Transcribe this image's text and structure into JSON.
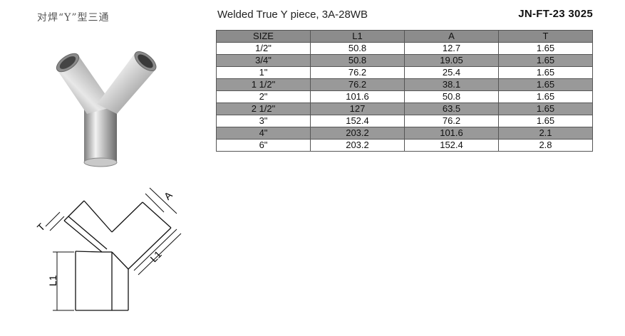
{
  "header": {
    "cn_title": "对焊“Y”型三通",
    "en_title": "Welded True Y piece, 3A-28WB",
    "model_code": "JN-FT-23 3025"
  },
  "drawing": {
    "label_t": "T",
    "label_a": "A",
    "label_l1_right": "L1",
    "label_l1_left": "L1"
  },
  "table": {
    "columns": [
      "SIZE",
      "L1",
      "A",
      "T"
    ],
    "rows": [
      [
        "1/2\"",
        "50.8",
        "12.7",
        "1.65"
      ],
      [
        "3/4\"",
        "50.8",
        "19.05",
        "1.65"
      ],
      [
        "1\"",
        "76.2",
        "25.4",
        "1.65"
      ],
      [
        "1 1/2\"",
        "76.2",
        "38.1",
        "1.65"
      ],
      [
        "2\"",
        "101.6",
        "50.8",
        "1.65"
      ],
      [
        "2 1/2\"",
        "127",
        "63.5",
        "1.65"
      ],
      [
        "3\"",
        "152.4",
        "76.2",
        "1.65"
      ],
      [
        "4\"",
        "203.2",
        "101.6",
        "2.1"
      ],
      [
        "6\"",
        "203.2",
        "152.4",
        "2.8"
      ]
    ]
  },
  "colors": {
    "header_fill": "#8c8c8c",
    "shaded_row": "#999999",
    "border": "#555555"
  }
}
